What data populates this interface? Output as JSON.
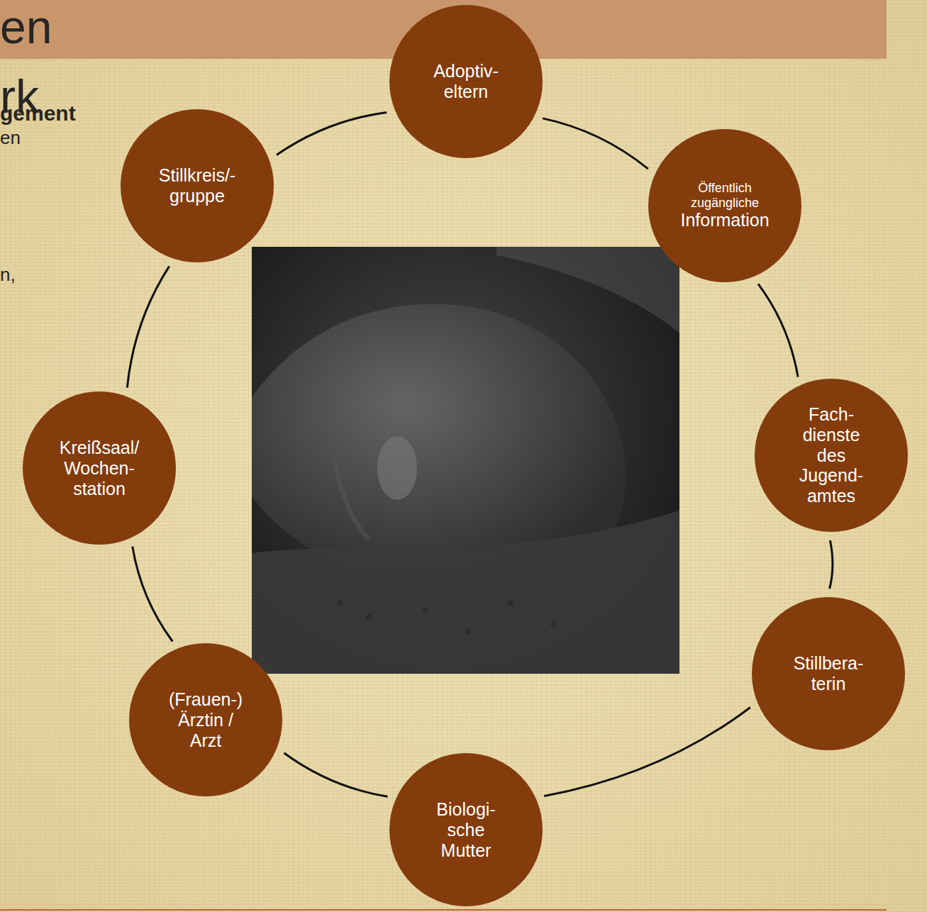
{
  "diagram": {
    "nodes": [
      {
        "text": [
          "Adoptiv- eltern"
        ]
      },
      {
        "text": [
          "Öffentlich zugängliche",
          "Information"
        ]
      },
      {
        "text": [
          "Fach- dienste des Jugend- amtes"
        ]
      },
      {
        "text": [
          "Stillbera- terin"
        ]
      },
      {
        "text": [
          "Biologi- sche Mutter"
        ]
      },
      {
        "text": [
          "(Frauen-) Ärztin / Arzt"
        ]
      },
      {
        "text": [
          "Kreißsaal/ Wochen- station"
        ]
      },
      {
        "text": [
          "Stillkreis/- gruppe"
        ]
      }
    ],
    "edges": [
      {
        "from": 0,
        "to": 1,
        "arrow": "none"
      },
      {
        "from": 1,
        "to": 2,
        "arrow": "none"
      },
      {
        "from": 2,
        "to": 3,
        "arrow": "none"
      },
      {
        "from": 3,
        "to": 4,
        "arrow": "none"
      },
      {
        "from": 4,
        "to": 5,
        "arrow": "none"
      },
      {
        "from": 5,
        "to": 6,
        "arrow": "none"
      },
      {
        "from": 6,
        "to": 7,
        "arrow": "none"
      },
      {
        "from": 7,
        "to": 0,
        "arrow": "none"
      }
    ],
    "labels": [
      "en",
      "rk",
      "gement",
      "en",
      "n,"
    ]
  }
}
